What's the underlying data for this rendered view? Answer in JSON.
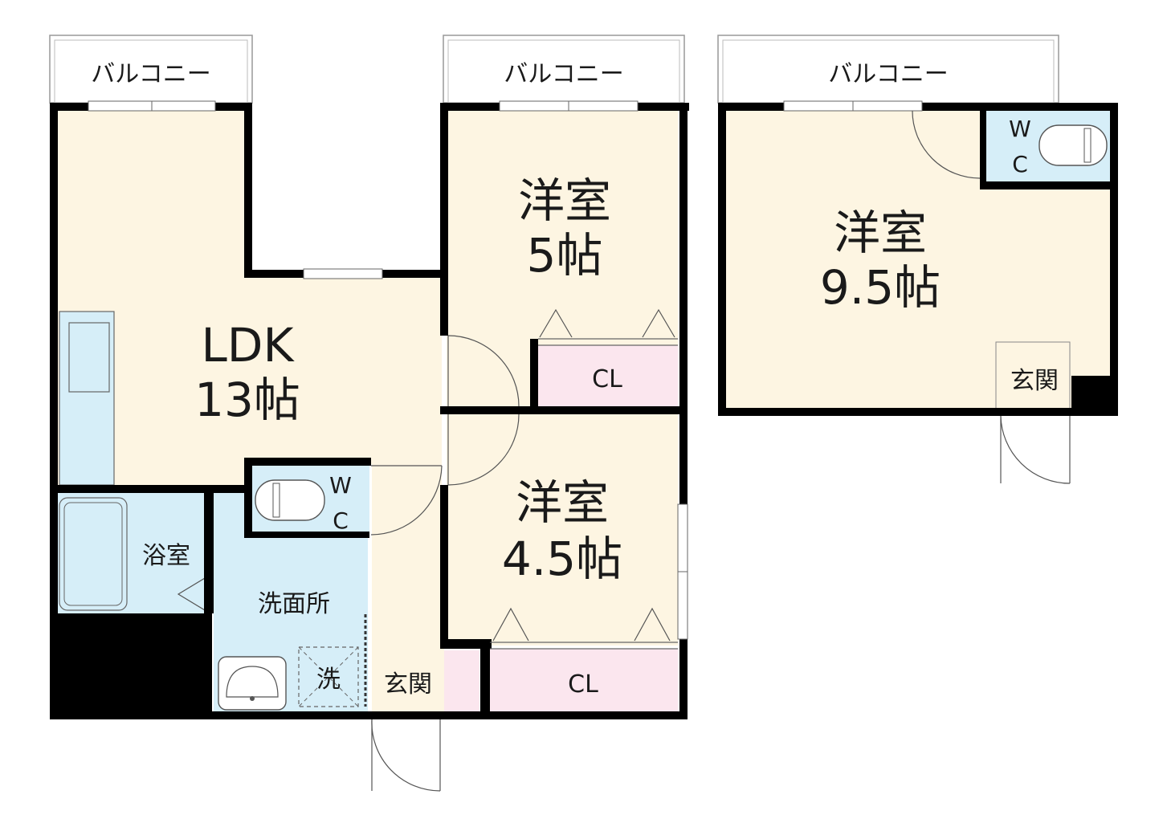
{
  "units": [
    {
      "balcony_label": "バルコニー",
      "rooms": {
        "ldk": {
          "name": "LDK",
          "size": "13帖"
        },
        "bath": {
          "name": "浴室"
        },
        "washroom": {
          "name": "洗面所"
        },
        "washer": {
          "name": "洗"
        },
        "wc": {
          "line1": "W",
          "line2": "C"
        },
        "entrance": {
          "name": "玄関"
        }
      }
    },
    {
      "balcony_label": "バルコニー",
      "rooms": {
        "room_a": {
          "name": "洋室",
          "size": "5帖"
        },
        "closet_a": {
          "name": "CL"
        },
        "room_b": {
          "name": "洋室",
          "size": "4.5帖"
        },
        "closet_b": {
          "name": "CL"
        }
      }
    },
    {
      "balcony_label": "バルコニー",
      "rooms": {
        "room": {
          "name": "洋室",
          "size": "9.5帖"
        },
        "wc": {
          "line1": "W",
          "line2": "C"
        },
        "entrance": {
          "name": "玄関"
        }
      }
    }
  ],
  "colors": {
    "living_floor": "#fdf5e2",
    "wet_area": "#d6eef8",
    "closet": "#fbe6ee",
    "wall": "#000000"
  }
}
